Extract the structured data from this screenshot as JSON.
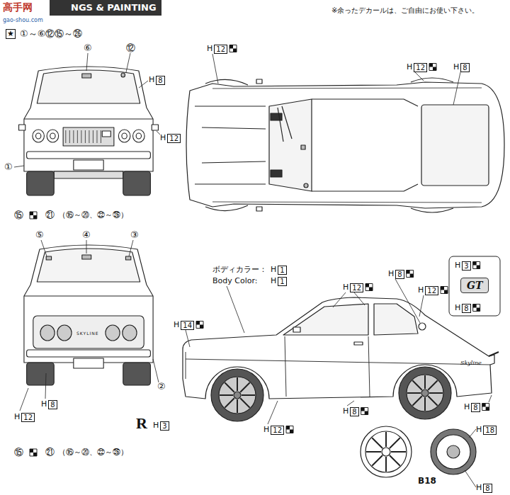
{
  "diagram": {
    "title": "NGS & PAINTING",
    "labels": [
      "高手网",
      "gao-shou.com",
      "※余ったデカールは、ご自由にお使い下さい。",
      "★",
      "①～⑥⑫⑮～㉖",
      "⑥",
      "⑫",
      "H",
      "8",
      "H",
      "12",
      "①",
      "⑮",
      "㉑",
      "（⑯～⑳、㉒～㉖）",
      "H",
      "12",
      "H",
      "12",
      "H",
      "8",
      "⑤",
      "④",
      "③",
      "SKYLINE",
      "H",
      "8",
      "H",
      "12",
      "②",
      "R",
      "H",
      "3",
      "⑮",
      "㉑",
      "（⑯～⑳、㉒～㉖）",
      "ボディカラー：",
      "H",
      "1",
      "Body Color:",
      "H",
      "1",
      "H",
      "12",
      "H",
      "8",
      "H",
      "12",
      "H",
      "3",
      "GT",
      "H",
      "8",
      "H",
      "14",
      "Skyline",
      "H",
      "8",
      "H",
      "12",
      "H",
      "8",
      "H",
      "18",
      "B18",
      "H",
      "8"
    ]
  }
}
